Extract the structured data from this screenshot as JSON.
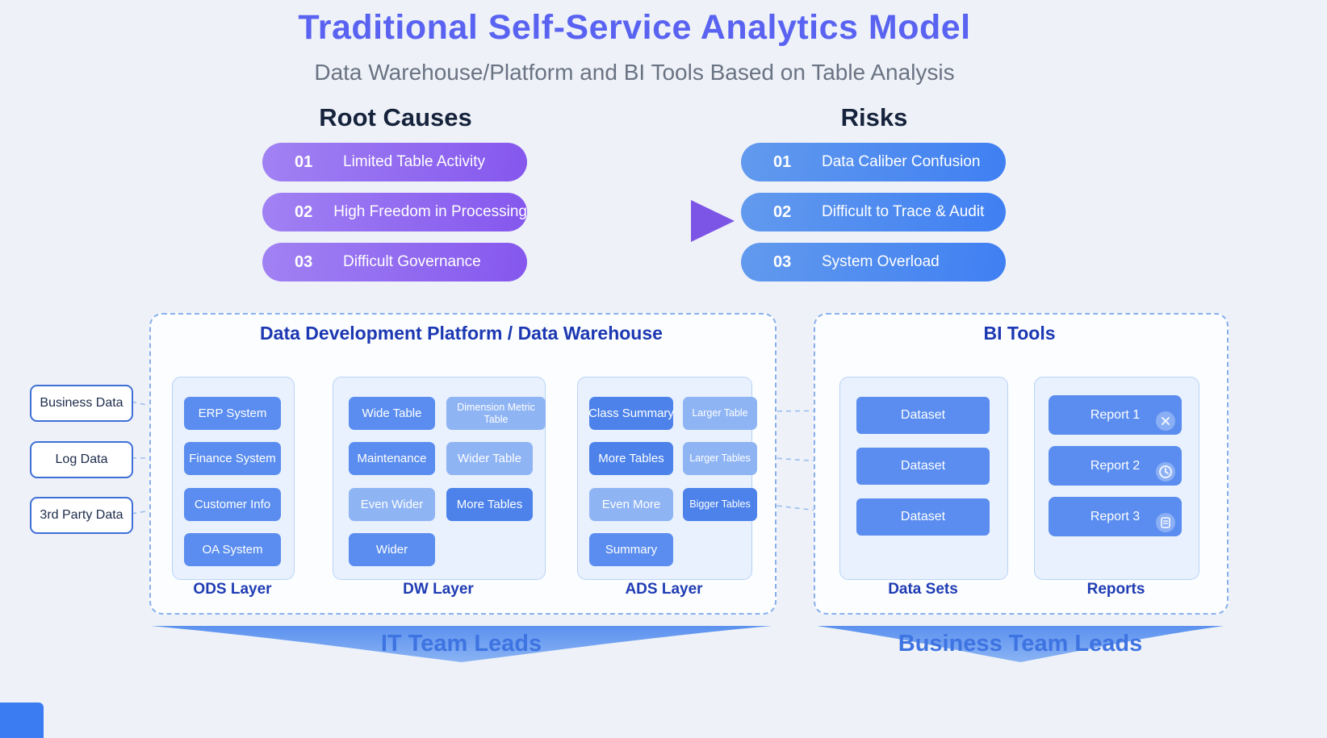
{
  "header": {
    "title": "Traditional Self-Service Analytics Model",
    "subtitle": "Data Warehouse/Platform and BI Tools Based on Table Analysis"
  },
  "root_causes": {
    "heading": "Root Causes",
    "items": [
      {
        "num": "01",
        "label": "Limited Table Activity"
      },
      {
        "num": "02",
        "label": "High Freedom in Processing"
      },
      {
        "num": "03",
        "label": "Difficult Governance"
      }
    ]
  },
  "risks": {
    "heading": "Risks",
    "items": [
      {
        "num": "01",
        "label": "Data Caliber Confusion"
      },
      {
        "num": "02",
        "label": "Difficult to Trace & Audit"
      },
      {
        "num": "03",
        "label": "System Overload"
      }
    ]
  },
  "sources": [
    "Business Data",
    "Log Data",
    "3rd Party Data"
  ],
  "platform": {
    "title": "Data Development Platform / Data Warehouse",
    "layers": [
      {
        "label": "ODS Layer",
        "boxes": [
          "ERP System",
          "Finance System",
          "Customer Info",
          "OA System"
        ]
      },
      {
        "label": "DW Layer",
        "col1": [
          "Wide Table",
          "Maintenance",
          "Even Wider",
          "Wider"
        ],
        "col2": [
          "Dimension Metric Table",
          "Wider Table",
          "More Tables"
        ]
      },
      {
        "label": "ADS Layer",
        "col1": [
          "Class Summary",
          "More Tables",
          "Even More",
          "Summary"
        ],
        "col2": [
          "Larger Table",
          "Larger Tables",
          "Bigger Tables"
        ]
      }
    ],
    "lead": "IT Team Leads"
  },
  "bi": {
    "title": "BI Tools",
    "datasets": {
      "label": "Data Sets",
      "items": [
        "Dataset",
        "Dataset",
        "Dataset"
      ]
    },
    "reports": {
      "label": "Reports",
      "items": [
        "Report 1",
        "Report 2",
        "Report 3"
      ],
      "icons": [
        "close-circle-icon",
        "clock-icon",
        "document-icon"
      ]
    },
    "lead": "Business Team Leads"
  },
  "colors": {
    "page_bg": "#eef2f8",
    "title": "#5a63f1",
    "subtitle": "#6a7383",
    "heading": "#16233c",
    "purple_pill_start": "#a182f3",
    "purple_pill_end": "#8557ee",
    "blue_pill_start": "#629aee",
    "blue_pill_end": "#3f7ff2",
    "arrow": "#7d55e6",
    "section_title": "#1c38b2",
    "box_mid": "#5a8def",
    "box_light": "#8fb4f4",
    "box_dark": "#4c82ea",
    "lead_text": "#3e73e2",
    "connector": "#9bbdf0"
  }
}
